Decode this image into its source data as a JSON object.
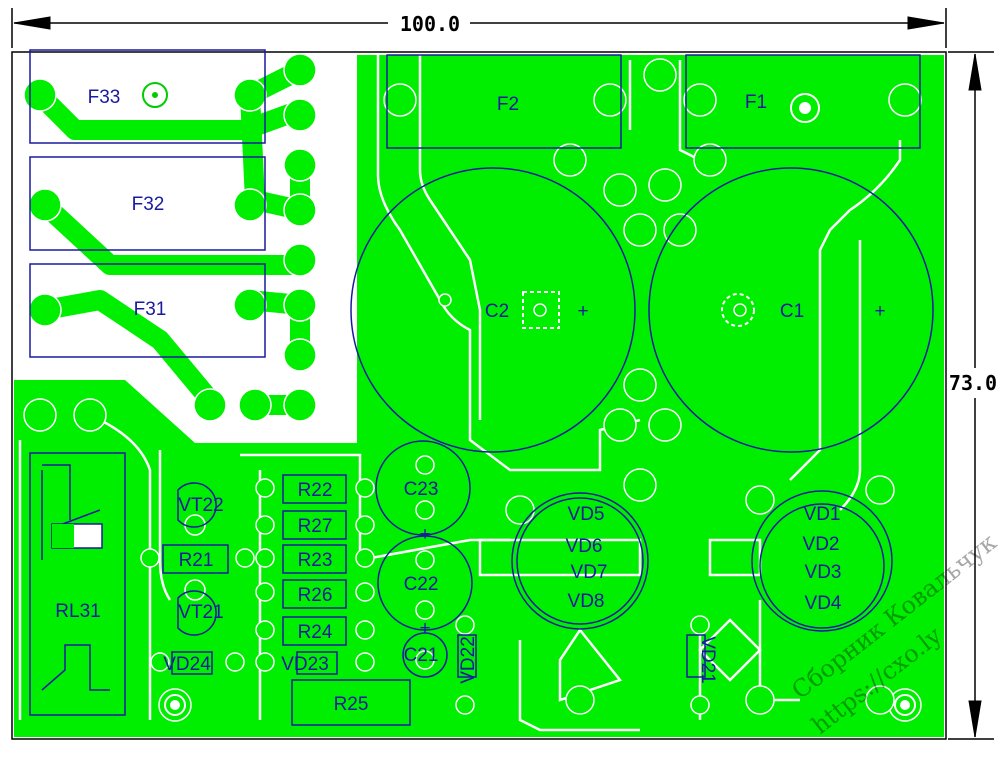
{
  "dimensions": {
    "width_label": "100.0",
    "height_label": "73.0"
  },
  "colors": {
    "copper": "#00ee00",
    "silk": "#1a1aa0",
    "board_bg": "#ffffff",
    "outline": "#000000"
  },
  "labels": {
    "F33": "F33",
    "F32": "F32",
    "F31": "F31",
    "F2": "F2",
    "F1": "F1",
    "C2": "C2",
    "C1": "C1",
    "C2_plus": "+",
    "C1_plus": "+",
    "C23": "C23",
    "C22": "C22",
    "C21": "C21",
    "C22_plus": "+",
    "C21_plus": "+",
    "RL31": "RL31",
    "VT22": "VT22",
    "VT21": "VT21",
    "R21": "R21",
    "R22": "R22",
    "R27": "R27",
    "R23": "R23",
    "R26": "R26",
    "R24": "R24",
    "R25": "R25",
    "VD24": "VD24",
    "VD23": "VD23",
    "VD22": "VD22",
    "VD21": "VD21",
    "VD5": "VD5",
    "VD6": "VD6",
    "VD7": "VD7",
    "VD8": "VD8",
    "VD1": "VD1",
    "VD2": "VD2",
    "VD3": "VD3",
    "VD4": "VD4"
  },
  "watermark": {
    "line1": "Сборник Ковальчук",
    "line2": "https://cxo.ly"
  }
}
